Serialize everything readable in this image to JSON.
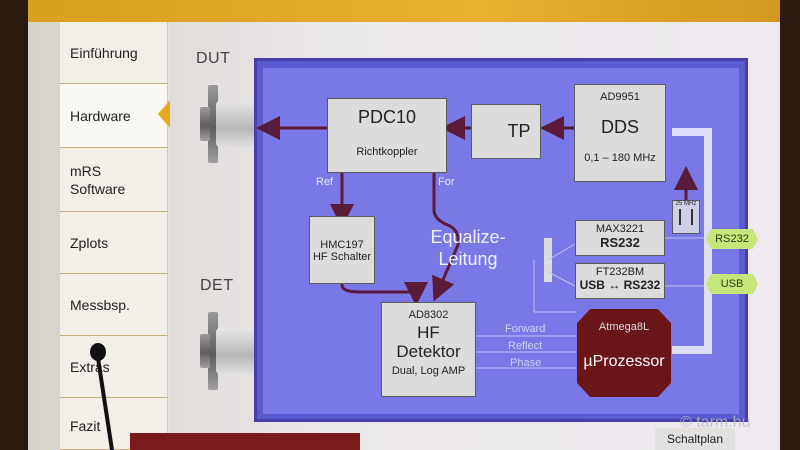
{
  "nav": {
    "items": [
      {
        "label": "Einführung"
      },
      {
        "label": "Hardware"
      },
      {
        "label": "mRS\nSoftware"
      },
      {
        "label": "Zplots"
      },
      {
        "label": "Messbsp."
      },
      {
        "label": "Extras"
      },
      {
        "label": "Fazit"
      }
    ]
  },
  "side_labels": {
    "dut": "DUT",
    "det": "DET"
  },
  "blocks": {
    "pdc10": {
      "title": "PDC10",
      "sub": "Richtkoppler"
    },
    "tp": {
      "title": "TP"
    },
    "dds": {
      "part": "AD9951",
      "title": "DDS",
      "range": "0,1 – 180 MHz"
    },
    "hmc197": {
      "line1": "HMC197",
      "line2": "HF Schalter"
    },
    "max3221": {
      "part": "MAX3221",
      "title": "RS232"
    },
    "ft232": {
      "part": "FT232BM",
      "title": "USB ↔ RS232"
    },
    "detector": {
      "part": "AD8302",
      "line1": "HF",
      "line2": "Detektor",
      "line3": "Dual, Log AMP"
    },
    "micro": {
      "part": "Atmega8L",
      "title": "µProzessor"
    },
    "crystal": {
      "label": "25 MHz"
    }
  },
  "signals": {
    "ref": "Ref",
    "for": "For",
    "equalize": "Equalize-\nLeitung",
    "forward": "Forward",
    "reflect": "Reflect",
    "phase": "Phase"
  },
  "ports": {
    "rs232": "RS232",
    "usb": "USB"
  },
  "bottom_tab": "Schaltplan",
  "watermark": "© tarm.hu",
  "colors": {
    "board": "#5b5ad2",
    "block": "#dcdcdc",
    "micro": "#6a1518",
    "accent": "#e7a81e",
    "port_arrow": "#c7e67a"
  }
}
